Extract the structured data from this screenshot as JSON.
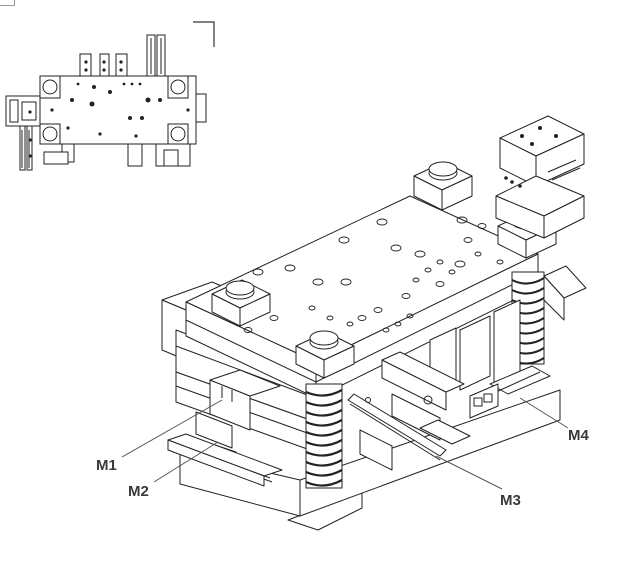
{
  "callouts": {
    "m1": "M1",
    "m2": "M2",
    "m3": "M3",
    "m4": "M4"
  },
  "colors": {
    "line": "#222222",
    "leader": "#555555",
    "label": "#3a3a3a",
    "background": "#ffffff"
  }
}
